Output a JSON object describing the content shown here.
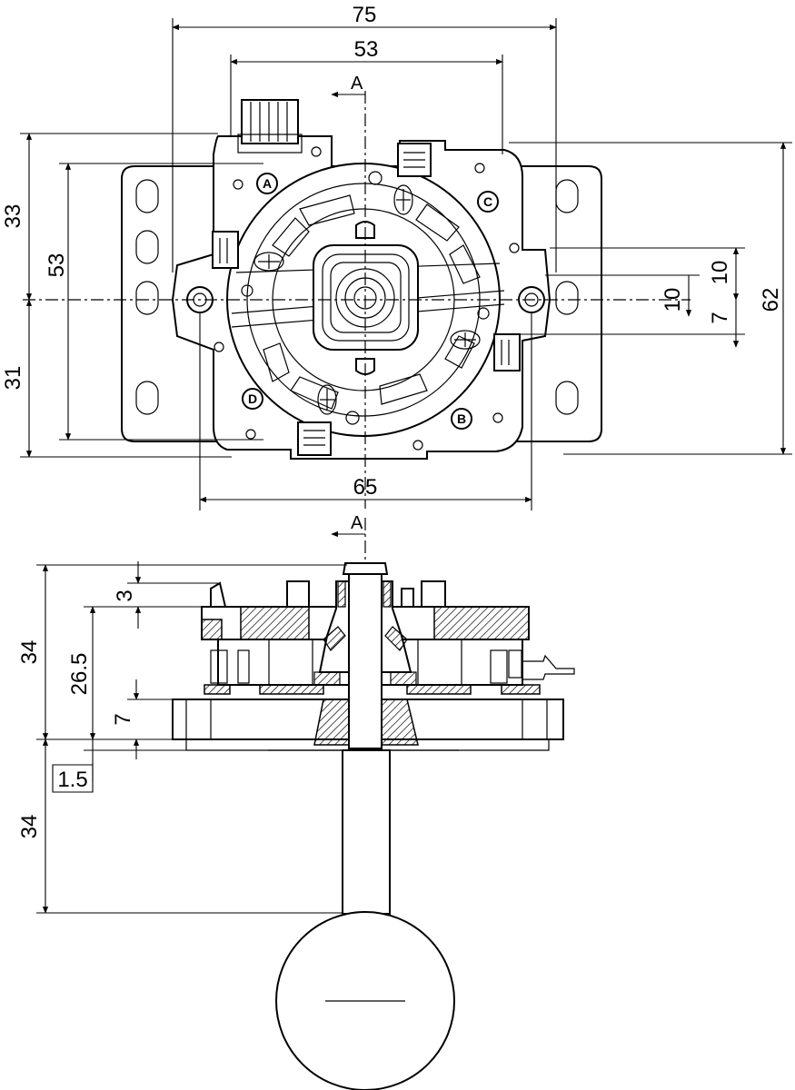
{
  "dimensions": {
    "top_width_75": "75",
    "top_width_53": "53",
    "bottom_width_65": "65",
    "left_height_33": "33",
    "left_height_53": "53",
    "left_height_31": "31",
    "right_height_62": "62",
    "right_10_outer": "10",
    "right_10_inner": "10",
    "right_7": "7",
    "side_34_top": "34",
    "side_26_5": "26.5",
    "side_3": "3",
    "side_7": "7",
    "side_1_5": "1.5",
    "side_34_bottom": "34"
  },
  "section_marks": {
    "top": "A",
    "bottom": "A"
  },
  "switch_labels": {
    "a": "A",
    "b": "B",
    "c": "C",
    "d": "D"
  }
}
